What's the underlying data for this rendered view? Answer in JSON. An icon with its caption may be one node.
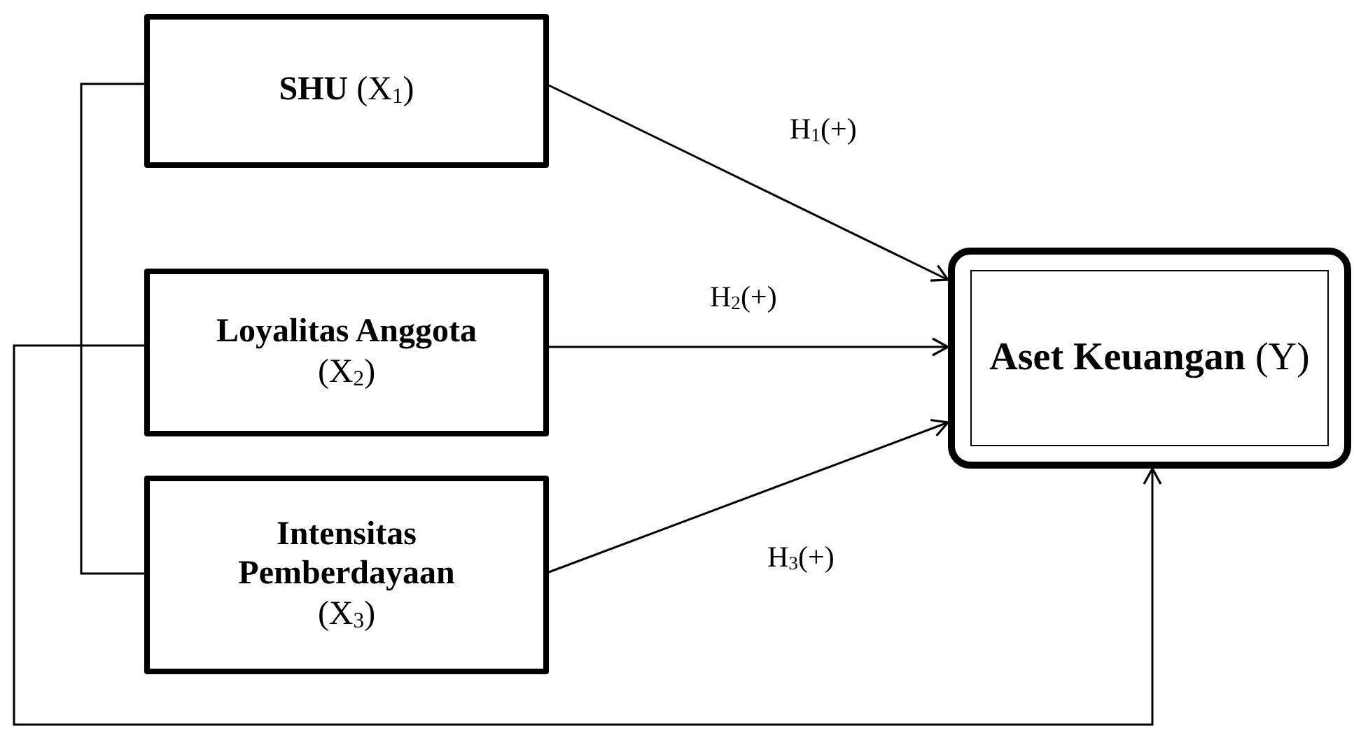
{
  "diagram": {
    "nodes": [
      {
        "text": [
          "**SHU** (X$_{1}$)"
        ]
      },
      {
        "text": [
          "**Loyalitas Anggota** (X$_{2}$)"
        ]
      },
      {
        "text": [
          "**Intensitas Pemberdayaan** (X$_{3}$)"
        ]
      },
      {
        "text": [
          "**Aset Keuangan** (Y)"
        ]
      }
    ],
    "edges": [
      {
        "from": 0,
        "to": 3,
        "arrow": "to",
        "label": "H$_{1}$(+)"
      },
      {
        "from": 1,
        "to": 3,
        "arrow": "to",
        "label": "H$_{2}$(+)"
      },
      {
        "from": 2,
        "to": 3,
        "arrow": "to",
        "label": "H$_{3}$(+)"
      },
      {
        "from": 0,
        "to": 2,
        "arrow": "none"
      },
      {
        "from": 1,
        "to": 3,
        "arrow": "to"
      }
    ]
  }
}
